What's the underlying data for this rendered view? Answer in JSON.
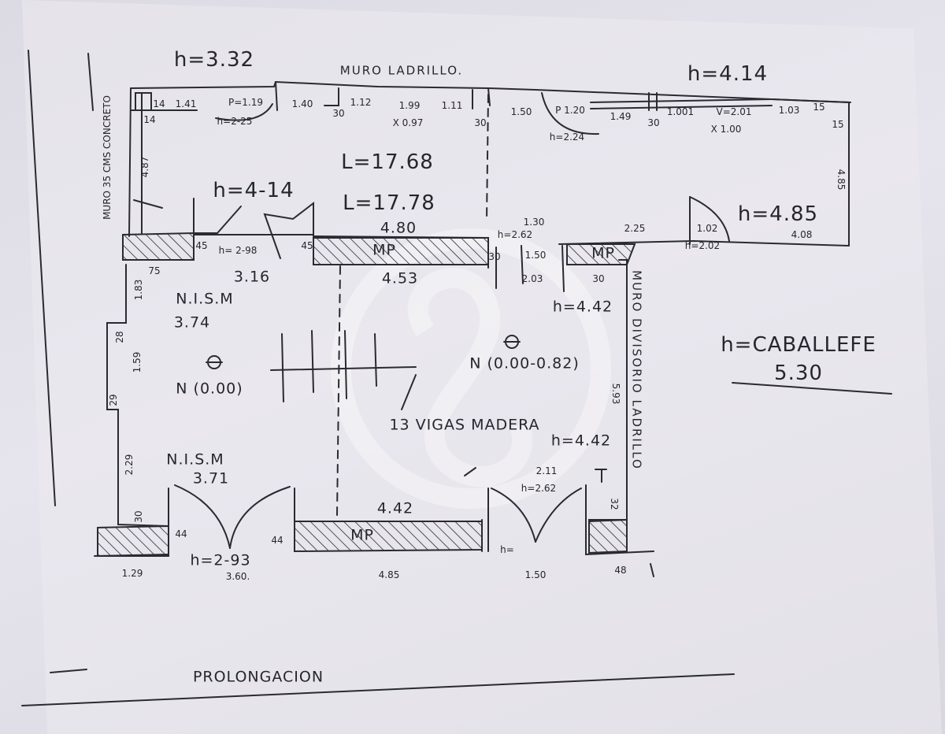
{
  "heights": {
    "top_left": "h=3.32",
    "top_right": "h=4.14",
    "center_left": "h=4-14",
    "center_right": "h=4.85",
    "east_upper": "h=4.42",
    "east_lower": "h=4.42",
    "ridge": "h=CABALLEFE",
    "ridge_value": "5.30",
    "door_top_left": "h=2-25",
    "door_top_right": "h=2.24",
    "mid_opening": "h=2.62",
    "right_door": "h=2.02",
    "south_door": "h=2.62",
    "bottom_door": "h=2-93",
    "bottom_small": "h=",
    "window_left": "h= 2-98"
  },
  "wall_notes": {
    "brick_wall": "MURO LADRILLO.",
    "concrete_wall": "MURO 35 CMS CONCRETO",
    "divider_wall": "MURO DIVISORIO LADRILLO",
    "extension": "PROLONGACION"
  },
  "length_notes": {
    "l1": "L=17.68",
    "l2": "L=17.78"
  },
  "rooms": {
    "nism_upper": "N.I.S.M",
    "nism_upper_val": "3.74",
    "nism_lower": "N.I.S.M",
    "nism_lower_val": "3.71",
    "level_left": "N (0.00)",
    "level_right": "N (0.00-0.82)",
    "beams": "13 VIGAS MADERA"
  },
  "mp_labels": [
    "MP",
    "MP",
    "MP"
  ],
  "top_dims": [
    "1.41",
    "P=1.19",
    "1.40",
    "30",
    "1.12",
    "1.99",
    "X 0.97",
    "1.11",
    "30",
    "1.50",
    "P 1.20",
    "1.49",
    "30",
    "1.001",
    "V=2.01",
    "X 1.00",
    "1.03",
    "15",
    "15",
    "14",
    "14"
  ],
  "mid_dims": [
    "4.80",
    "1.30",
    "2.25",
    "1.02",
    "4.08",
    "45",
    "45",
    "75",
    "3.16",
    "4.53",
    "30",
    "1.50",
    "2.03",
    "30"
  ],
  "left_dims": [
    "4.87",
    "1.83",
    "28",
    "1.59",
    "29",
    "2.29",
    "30"
  ],
  "right_dims": [
    "4.85",
    "5.93",
    "32"
  ],
  "bottom_dims": [
    "1.29",
    "44",
    "3.60.",
    "44",
    "4.42",
    "4.85",
    "2.11",
    "1.50",
    "48"
  ]
}
